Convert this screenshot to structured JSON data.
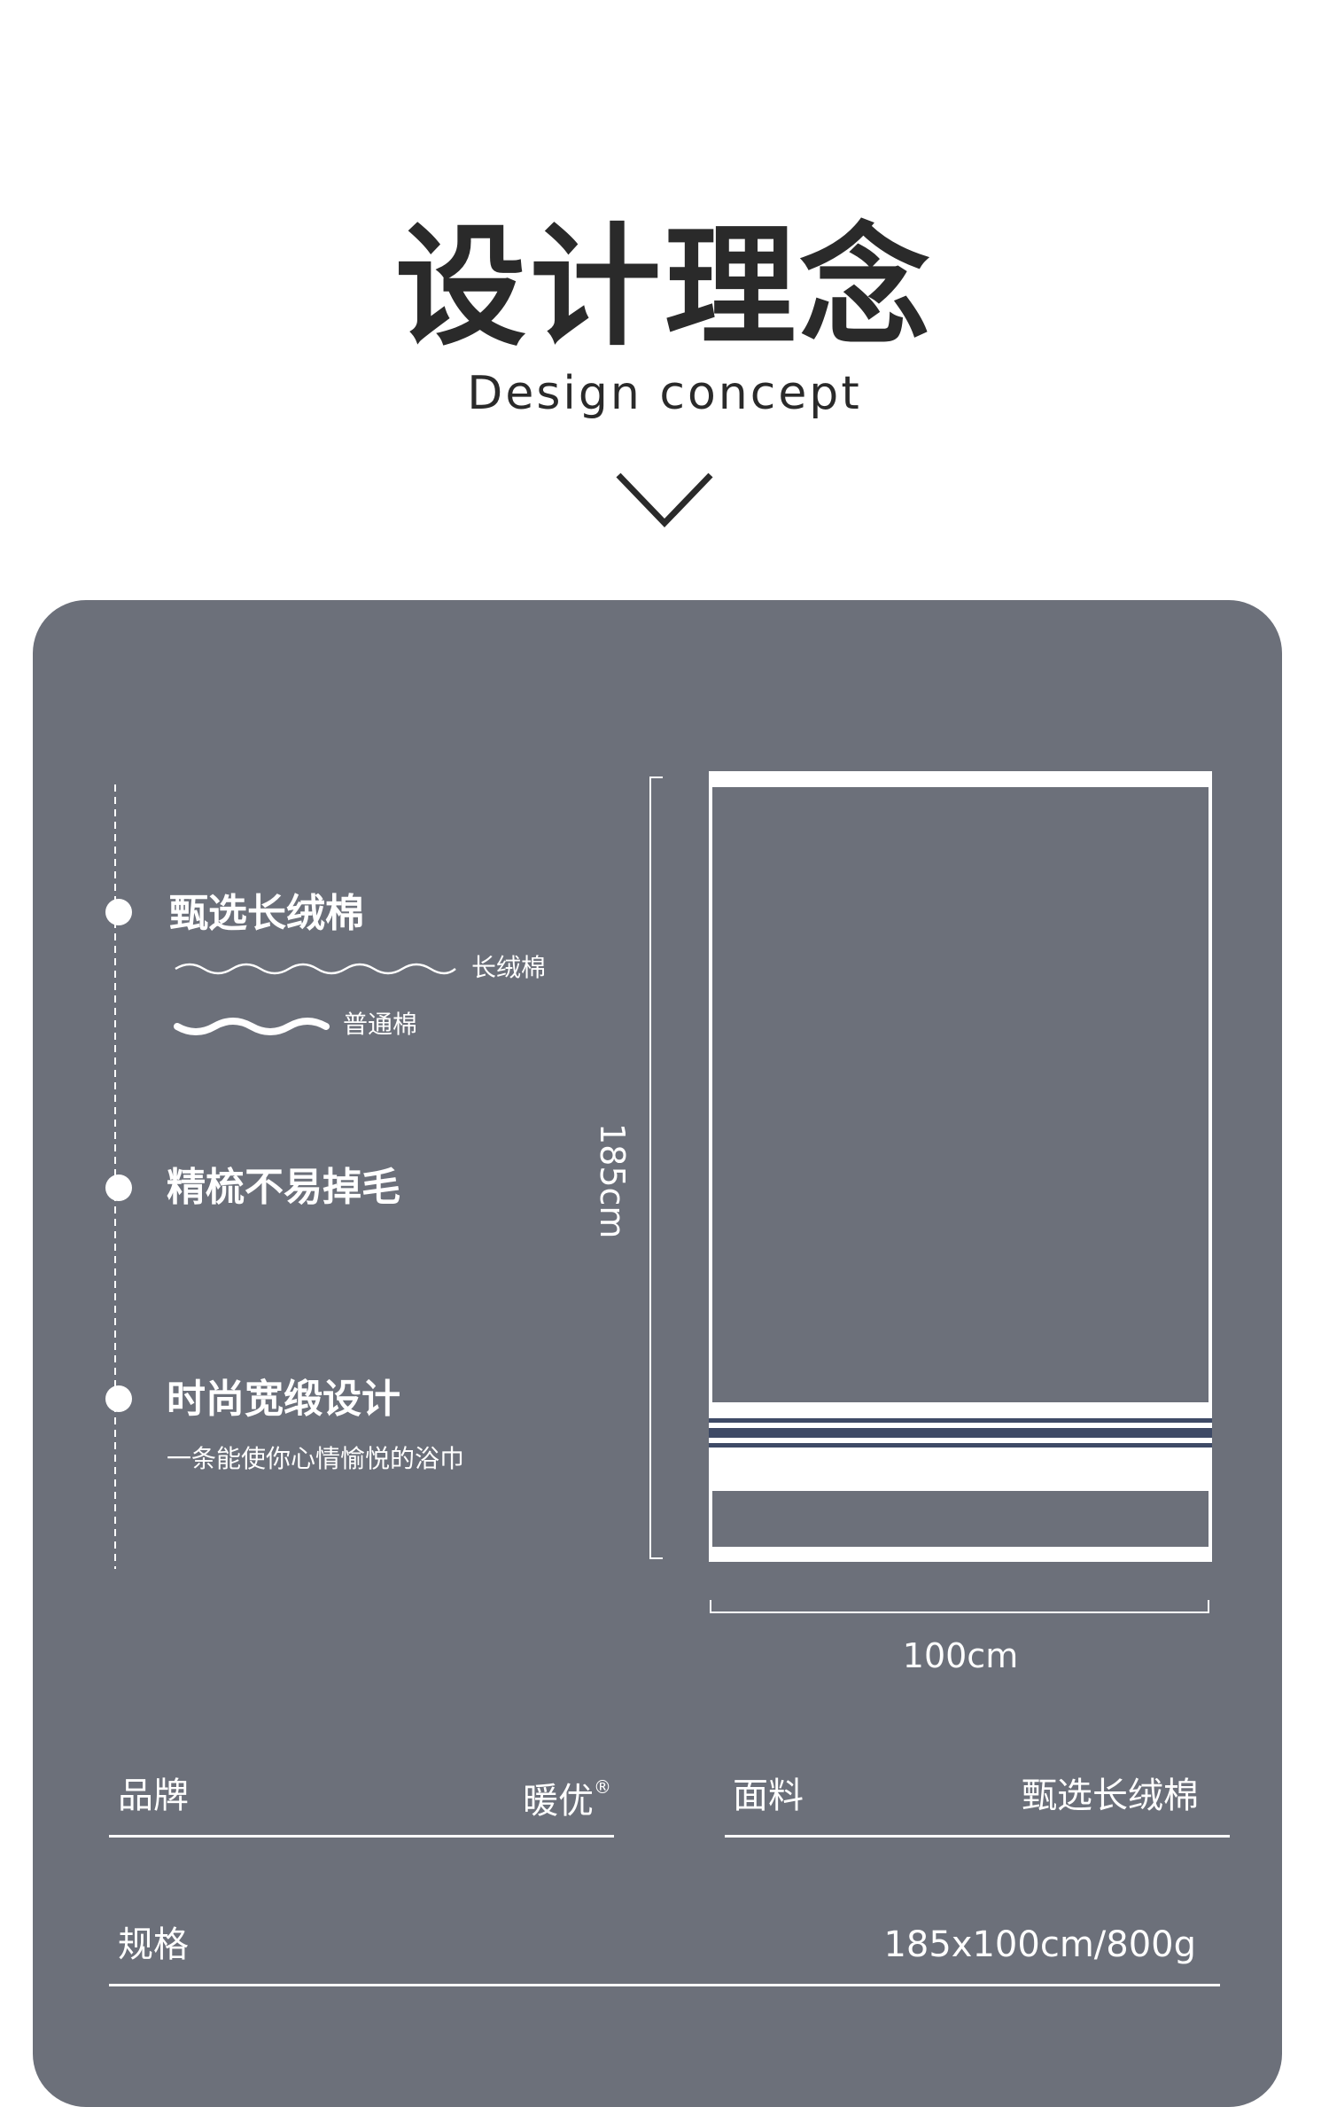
{
  "header": {
    "title": "设计理念",
    "subtitle": "Design concept"
  },
  "features": [
    {
      "title": "甄选长绒棉"
    },
    {
      "title": "精梳不易掉毛"
    },
    {
      "title": "时尚宽缎设计",
      "desc": "一条能使你心情愉悦的浴巾"
    }
  ],
  "fiber_legend": {
    "long": "长绒棉",
    "normal": "普通棉"
  },
  "dimensions": {
    "height": "185cm",
    "width": "100cm"
  },
  "specs": {
    "brand_label": "品牌",
    "brand_value": "暖优",
    "brand_mark": "®",
    "material_label": "面料",
    "material_value": "甄选长绒棉",
    "size_label": "规格",
    "size_value": "185x100cm/800g"
  },
  "colors": {
    "panel": "#6c707a",
    "text_dark": "#2a2a2a",
    "accent_stripe": "#3e4a66"
  }
}
